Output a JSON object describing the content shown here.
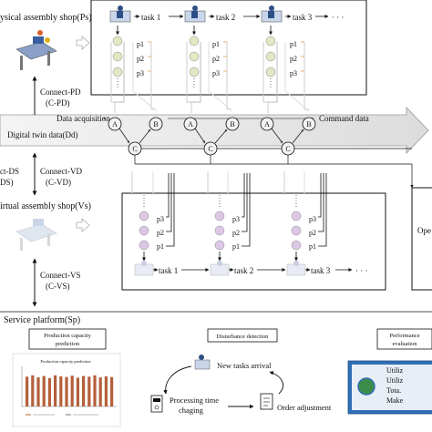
{
  "physical": {
    "title": "ysical assembly shop(Ps)",
    "tasks": [
      "task 1",
      "task 2",
      "task 3"
    ],
    "ellipsis": "· · ·",
    "process_labels": [
      "p1",
      "p2",
      "p3"
    ]
  },
  "connect_pd": {
    "line1": "Connect-PD",
    "line2": "(C-PD)"
  },
  "digital_twin": {
    "label": "Digital twin data(Dd)",
    "data_acquisition": "Data acquisition",
    "command_data": "Command data",
    "node_a": "A",
    "node_b": "B",
    "node_c": "C"
  },
  "left_partial": {
    "line1": "ct-DS",
    "line2": "DS)"
  },
  "connect_vd": {
    "line1": "Connect-VD",
    "line2": "(C-VD)"
  },
  "virtual": {
    "title": "irtual assembly shop(Vs)",
    "tasks": [
      "task 1",
      "task 2",
      "task 3"
    ],
    "ellipsis": "· · ·",
    "process_labels": [
      "p3",
      "p2",
      "p1"
    ],
    "right_partial": "Ope"
  },
  "connect_vs": {
    "line1": "Connect-VS",
    "line2": "(C-VS)"
  },
  "service": {
    "title": "Service platform(Sp)",
    "capacity_box": {
      "line1": "Production capacity",
      "line2": "prediction"
    },
    "chart_title": "Production capacity prediction",
    "disturbance_box": "Disturbance detection",
    "new_tasks": "New tasks arrival",
    "processing_time": {
      "line1": "Processing time",
      "line2": "chaging"
    },
    "order_adjustment": "Order adjustment",
    "performance_box": {
      "line1": "Performance",
      "line2": "evaluation"
    },
    "performance_items": [
      "Utiliz",
      "Utiliz",
      "Tota.",
      "Make"
    ]
  },
  "colors": {
    "node_fill": "#f2f2f2",
    "p_node_physical": "#e2e8c4",
    "p_node_virtual": "#dcc8e6",
    "bar_color": "#b5603a",
    "screen_blue": "#2f6fb5",
    "arrow_grey": "#e0e0e0"
  }
}
